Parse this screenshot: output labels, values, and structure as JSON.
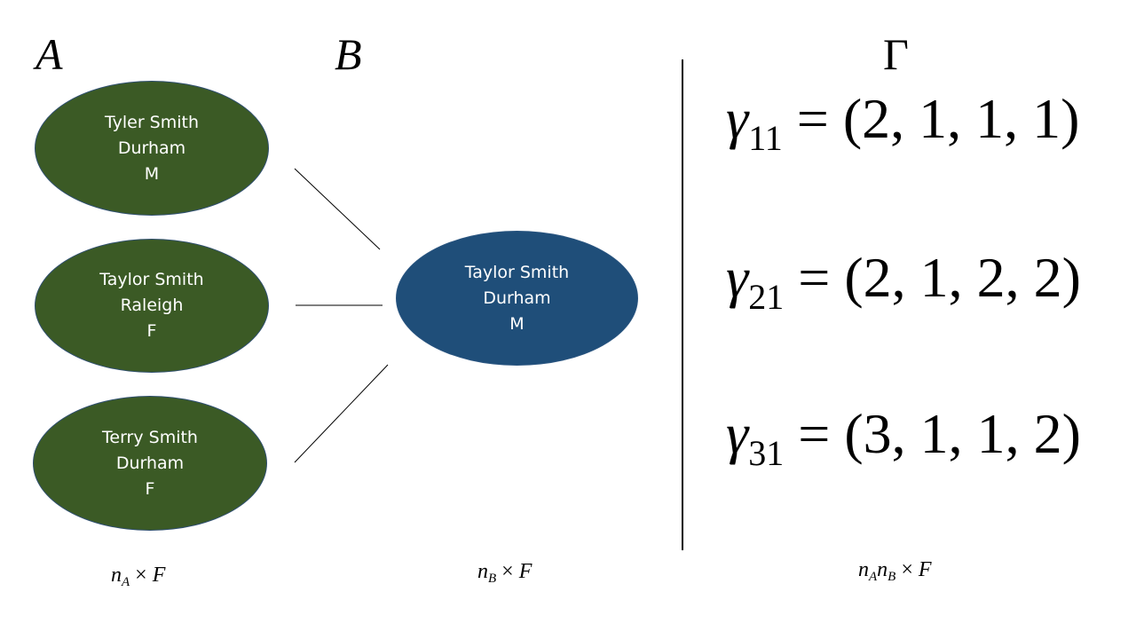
{
  "headings": {
    "a": "A",
    "b": "B",
    "gamma": "Γ"
  },
  "set_a": {
    "records": [
      {
        "name": "Tyler Smith",
        "city": "Durham",
        "sex": "M"
      },
      {
        "name": "Taylor Smith",
        "city": "Raleigh",
        "sex": "F"
      },
      {
        "name": "Terry Smith",
        "city": "Durham",
        "sex": "F"
      }
    ],
    "dim": {
      "n": "n",
      "sub": "A",
      "rest": " × ",
      "f": "F"
    }
  },
  "set_b": {
    "records": [
      {
        "name": "Taylor Smith",
        "city": "Durham",
        "sex": "M"
      }
    ],
    "dim": {
      "n": "n",
      "sub": "B",
      "rest": " × ",
      "f": "F"
    }
  },
  "gamma": {
    "symbol": "γ",
    "vectors": [
      {
        "sub": "11",
        "value": " = (2, 1, 1, 1)"
      },
      {
        "sub": "21",
        "value": " = (2, 1, 2, 2)"
      },
      {
        "sub": "31",
        "value": " = (3, 1, 1, 2)"
      }
    ],
    "dim": {
      "n1": "n",
      "sub1": "A",
      "n2": "n",
      "sub2": "B",
      "rest": " × ",
      "f": "F"
    }
  },
  "colors": {
    "set_a_node": "#3b5a25",
    "set_b_node": "#1f4e79",
    "text": "#ffffff"
  }
}
